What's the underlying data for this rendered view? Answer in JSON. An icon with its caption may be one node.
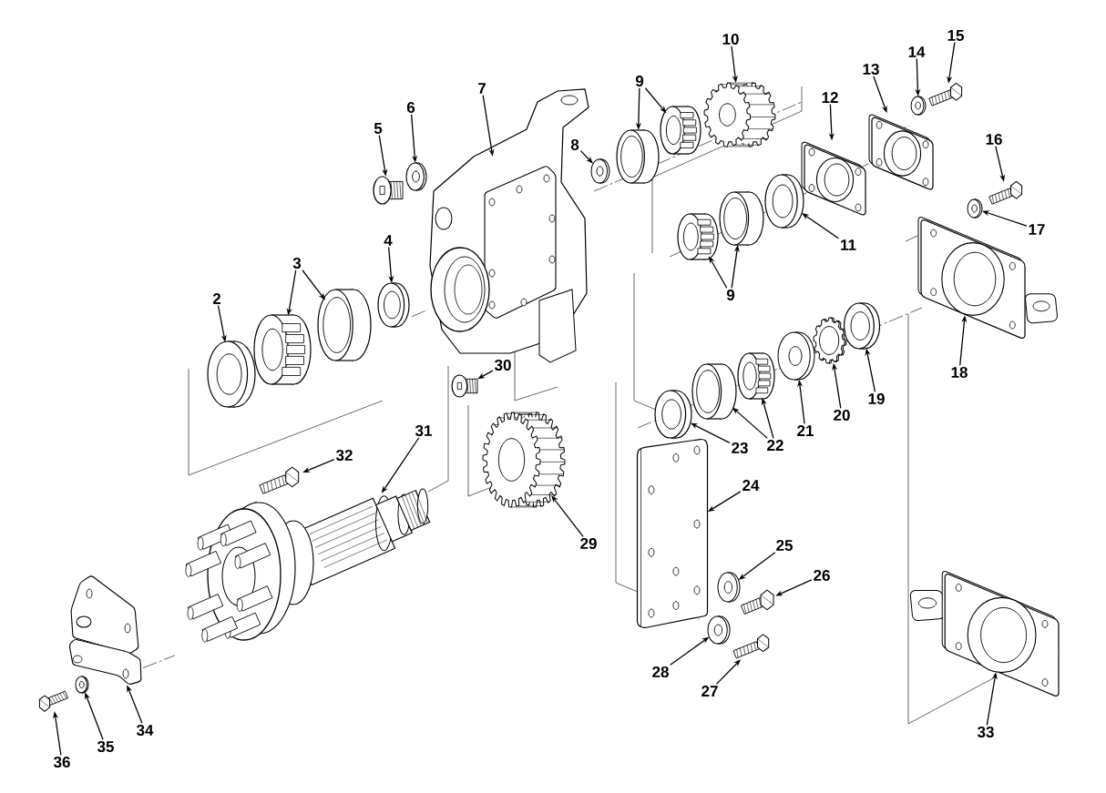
{
  "diagram": {
    "nodes": [
      {
        "text": [
          "2"
        ]
      },
      {
        "text": [],
        "shape": "picture"
      },
      {
        "text": [
          "3"
        ]
      },
      {
        "text": [],
        "shape": "picture"
      },
      {
        "text": [],
        "shape": "picture"
      },
      {
        "text": [
          "4"
        ]
      },
      {
        "text": [],
        "shape": "picture"
      },
      {
        "text": [
          "5"
        ]
      },
      {
        "text": [],
        "shape": "picture"
      },
      {
        "text": [
          "6"
        ]
      },
      {
        "text": [],
        "shape": "picture"
      },
      {
        "text": [
          "7"
        ]
      },
      {
        "text": [],
        "shape": "picture"
      },
      {
        "text": [
          "8"
        ]
      },
      {
        "text": [],
        "shape": "picture"
      },
      {
        "text": [
          "9"
        ]
      },
      {
        "text": [],
        "shape": "picture"
      },
      {
        "text": [],
        "shape": "picture"
      },
      {
        "text": [
          "10"
        ]
      },
      {
        "text": [],
        "shape": "picture"
      },
      {
        "text": [
          "9"
        ]
      },
      {
        "text": [],
        "shape": "picture"
      },
      {
        "text": [],
        "shape": "picture"
      },
      {
        "text": [
          "11"
        ]
      },
      {
        "text": [],
        "shape": "picture"
      },
      {
        "text": [
          "12"
        ]
      },
      {
        "text": [],
        "shape": "picture"
      },
      {
        "text": [
          "13"
        ]
      },
      {
        "text": [],
        "shape": "picture"
      },
      {
        "text": [
          "14"
        ]
      },
      {
        "text": [],
        "shape": "picture"
      },
      {
        "text": [
          "15"
        ]
      },
      {
        "text": [],
        "shape": "picture"
      },
      {
        "text": [
          "16"
        ]
      },
      {
        "text": [],
        "shape": "picture"
      },
      {
        "text": [
          "17"
        ]
      },
      {
        "text": [],
        "shape": "picture"
      },
      {
        "text": [
          "18"
        ]
      },
      {
        "text": [],
        "shape": "picture"
      },
      {
        "text": [
          "19"
        ]
      },
      {
        "text": [],
        "shape": "picture"
      },
      {
        "text": [
          "20"
        ]
      },
      {
        "text": [],
        "shape": "picture"
      },
      {
        "text": [
          "21"
        ]
      },
      {
        "text": [],
        "shape": "picture"
      },
      {
        "text": [
          "22"
        ]
      },
      {
        "text": [],
        "shape": "picture"
      },
      {
        "text": [],
        "shape": "picture"
      },
      {
        "text": [
          "23"
        ]
      },
      {
        "text": [],
        "shape": "picture"
      },
      {
        "text": [
          "24"
        ]
      },
      {
        "text": [],
        "shape": "picture"
      },
      {
        "text": [
          "25"
        ]
      },
      {
        "text": [],
        "shape": "picture"
      },
      {
        "text": [
          "26"
        ]
      },
      {
        "text": [],
        "shape": "picture"
      },
      {
        "text": [
          "27"
        ]
      },
      {
        "text": [],
        "shape": "picture"
      },
      {
        "text": [
          "28"
        ]
      },
      {
        "text": [],
        "shape": "picture"
      },
      {
        "text": [
          "29"
        ]
      },
      {
        "text": [],
        "shape": "picture"
      },
      {
        "text": [
          "30"
        ]
      },
      {
        "text": [],
        "shape": "picture"
      },
      {
        "text": [
          "31"
        ]
      },
      {
        "text": [],
        "shape": "picture"
      },
      {
        "text": [
          "32"
        ]
      },
      {
        "text": [],
        "shape": "picture"
      },
      {
        "text": [
          "33"
        ]
      },
      {
        "text": [],
        "shape": "picture"
      },
      {
        "text": [
          "34"
        ]
      },
      {
        "text": [],
        "shape": "picture"
      },
      {
        "text": [
          "35"
        ]
      },
      {
        "text": [],
        "shape": "picture"
      },
      {
        "text": [
          "36"
        ]
      },
      {
        "text": [],
        "shape": "picture"
      }
    ],
    "edges": [
      {
        "from": 0,
        "to": 1,
        "arrow": "to"
      },
      {
        "from": 2,
        "to": 3,
        "arrow": "to"
      },
      {
        "from": 2,
        "to": 4,
        "arrow": "to"
      },
      {
        "from": 5,
        "to": 6,
        "arrow": "to"
      },
      {
        "from": 7,
        "to": 8,
        "arrow": "to"
      },
      {
        "from": 9,
        "to": 10,
        "arrow": "to"
      },
      {
        "from": 11,
        "to": 12,
        "arrow": "to"
      },
      {
        "from": 13,
        "to": 14,
        "arrow": "to"
      },
      {
        "from": 15,
        "to": 16,
        "arrow": "to"
      },
      {
        "from": 15,
        "to": 17,
        "arrow": "to"
      },
      {
        "from": 18,
        "to": 19,
        "arrow": "to"
      },
      {
        "from": 20,
        "to": 21,
        "arrow": "to"
      },
      {
        "from": 20,
        "to": 22,
        "arrow": "to"
      },
      {
        "from": 23,
        "to": 24,
        "arrow": "to"
      },
      {
        "from": 25,
        "to": 26,
        "arrow": "to"
      },
      {
        "from": 27,
        "to": 28,
        "arrow": "to"
      },
      {
        "from": 29,
        "to": 30,
        "arrow": "to"
      },
      {
        "from": 31,
        "to": 32,
        "arrow": "to"
      },
      {
        "from": 33,
        "to": 34,
        "arrow": "to"
      },
      {
        "from": 35,
        "to": 36,
        "arrow": "to"
      },
      {
        "from": 37,
        "to": 38,
        "arrow": "to"
      },
      {
        "from": 39,
        "to": 40,
        "arrow": "to"
      },
      {
        "from": 41,
        "to": 42,
        "arrow": "to"
      },
      {
        "from": 43,
        "to": 44,
        "arrow": "to"
      },
      {
        "from": 45,
        "to": 46,
        "arrow": "to"
      },
      {
        "from": 45,
        "to": 47,
        "arrow": "to"
      },
      {
        "from": 48,
        "to": 49,
        "arrow": "to"
      },
      {
        "from": 50,
        "to": 51,
        "arrow": "to"
      },
      {
        "from": 52,
        "to": 53,
        "arrow": "to"
      },
      {
        "from": 54,
        "to": 55,
        "arrow": "to"
      },
      {
        "from": 56,
        "to": 57,
        "arrow": "to"
      },
      {
        "from": 58,
        "to": 59,
        "arrow": "to"
      },
      {
        "from": 60,
        "to": 61,
        "arrow": "to"
      },
      {
        "from": 62,
        "to": 63,
        "arrow": "to"
      },
      {
        "from": 64,
        "to": 65,
        "arrow": "to"
      },
      {
        "from": 66,
        "to": 67,
        "arrow": "to"
      },
      {
        "from": 68,
        "to": 69,
        "arrow": "to"
      },
      {
        "from": 70,
        "to": 71,
        "arrow": "to"
      },
      {
        "from": 72,
        "to": 73,
        "arrow": "to"
      },
      {
        "from": 74,
        "to": 75,
        "arrow": "to"
      }
    ]
  }
}
